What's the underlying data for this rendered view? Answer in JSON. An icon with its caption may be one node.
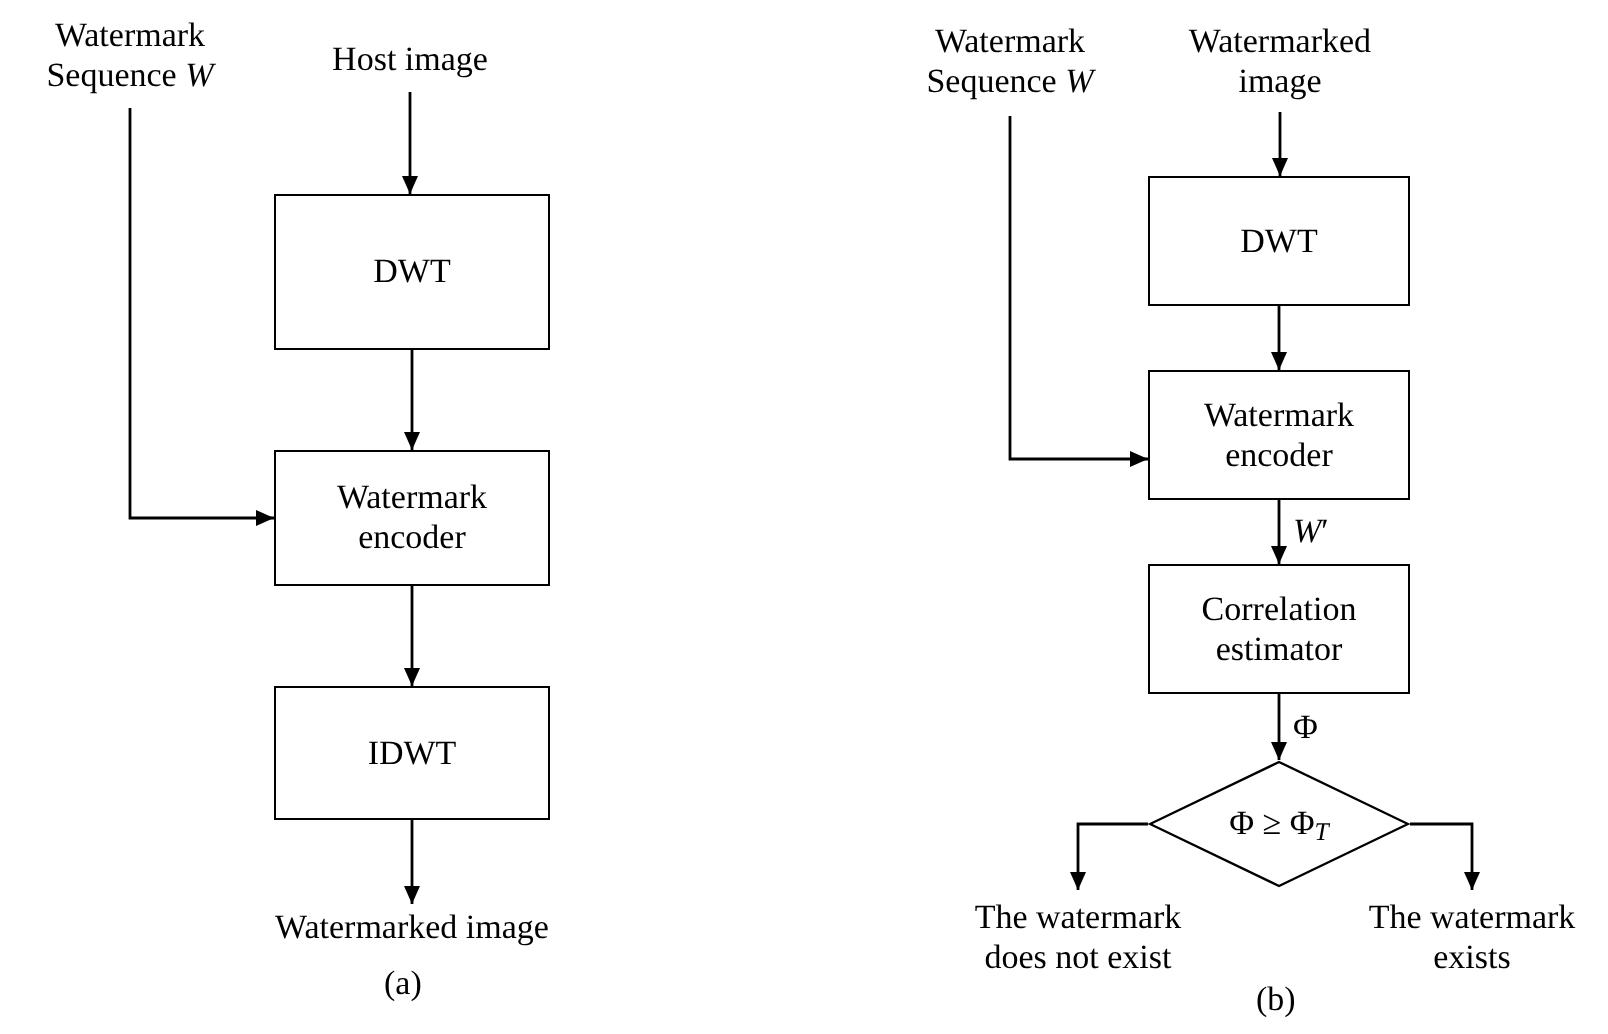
{
  "diagram": {
    "nodes": [
      {
        "text": [
          "Watermark Sequence *W*"
        ]
      },
      {
        "text": [
          "Host image"
        ]
      },
      {
        "text": [
          "DWT"
        ]
      },
      {
        "text": [
          "Watermark encoder"
        ]
      },
      {
        "text": [
          "IDWT"
        ]
      },
      {
        "text": [
          "Watermarked image"
        ]
      },
      {
        "text": [
          "Watermark Sequence *W*"
        ]
      },
      {
        "text": [
          "Watermarked image"
        ]
      },
      {
        "text": [
          "DWT"
        ]
      },
      {
        "text": [
          "Watermark encoder"
        ]
      },
      {
        "text": [
          "Correlation estimator"
        ]
      },
      {
        "text": [
          "Φ ≥ Φ$_{T}$"
        ]
      },
      {
        "text": [
          "The watermark does not exist"
        ]
      },
      {
        "text": [
          "The watermark exists"
        ]
      }
    ],
    "edges": [
      {
        "from": 0,
        "to": 3,
        "arrow": "to"
      },
      {
        "from": 1,
        "to": 2,
        "arrow": "to"
      },
      {
        "from": 2,
        "to": 3,
        "arrow": "to"
      },
      {
        "from": 3,
        "to": 4,
        "arrow": "to"
      },
      {
        "from": 4,
        "to": 5,
        "arrow": "to"
      },
      {
        "from": 6,
        "to": 9,
        "arrow": "to"
      },
      {
        "from": 7,
        "to": 8,
        "arrow": "to"
      },
      {
        "from": 8,
        "to": 9,
        "arrow": "to"
      },
      {
        "from": 9,
        "to": 10,
        "arrow": "to",
        "label": "*W*′"
      },
      {
        "from": 10,
        "to": 11,
        "arrow": "to",
        "label": "Φ"
      },
      {
        "from": 11,
        "to": 12,
        "arrow": "to"
      },
      {
        "from": 11,
        "to": 13,
        "arrow": "to"
      }
    ],
    "labels": [
      "(a)",
      "(b)"
    ]
  }
}
